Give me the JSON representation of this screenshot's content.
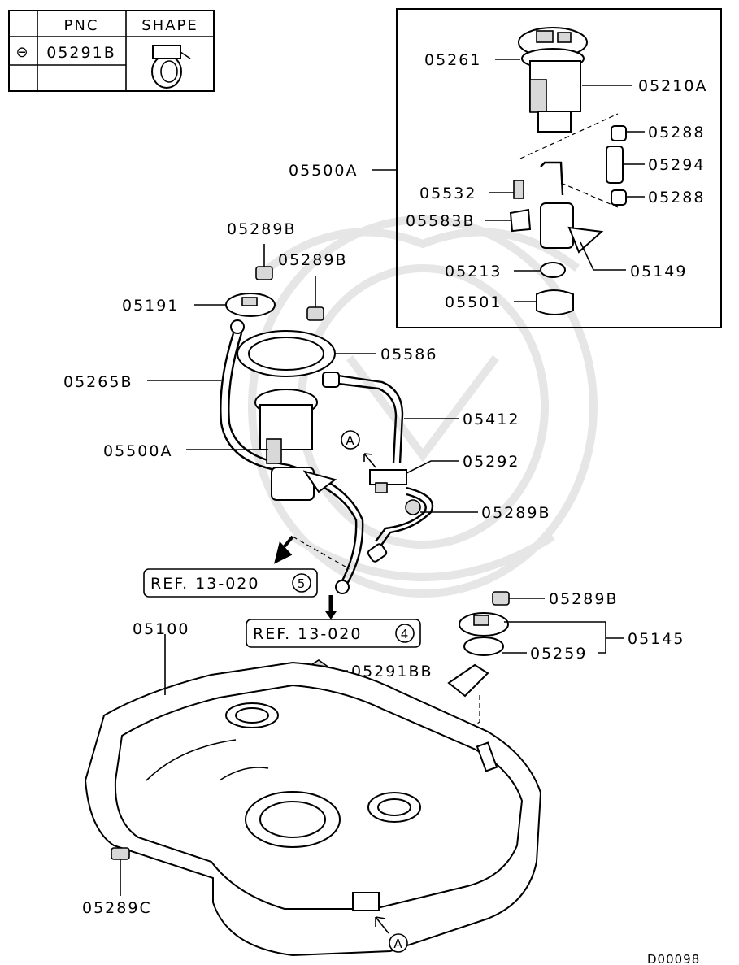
{
  "legend": {
    "col_pnc": "PNC",
    "col_shape": "SHAPE",
    "row_symbol": "⊖",
    "row_pnc": "05291B"
  },
  "callouts": {
    "p05261": "05261",
    "p05210A": "05210A",
    "p05288_top": "05288",
    "p05294": "05294",
    "p05288_bottom": "05288",
    "p05500A_box": "05500A",
    "p05532": "05532",
    "p05583B": "05583B",
    "p05213": "05213",
    "p05149": "05149",
    "p05501": "05501",
    "p05289B_a": "05289B",
    "p05289B_b": "05289B",
    "p05191": "05191",
    "p05586": "05586",
    "p05265B": "05265B",
    "p05412": "05412",
    "p05500A": "05500A",
    "p05292": "05292",
    "p05289B_c": "05289B",
    "p05289B_d": "05289B",
    "p05145": "05145",
    "p05259": "05259",
    "p05100": "05100",
    "p05291BB": "05291BB",
    "p05289C": "05289C"
  },
  "refs": {
    "ref1_text": "REF. 13-020",
    "ref1_num": "5",
    "ref2_text": "REF. 13-020",
    "ref2_num": "4"
  },
  "view_marker": "A",
  "diagram_code": "D00098"
}
